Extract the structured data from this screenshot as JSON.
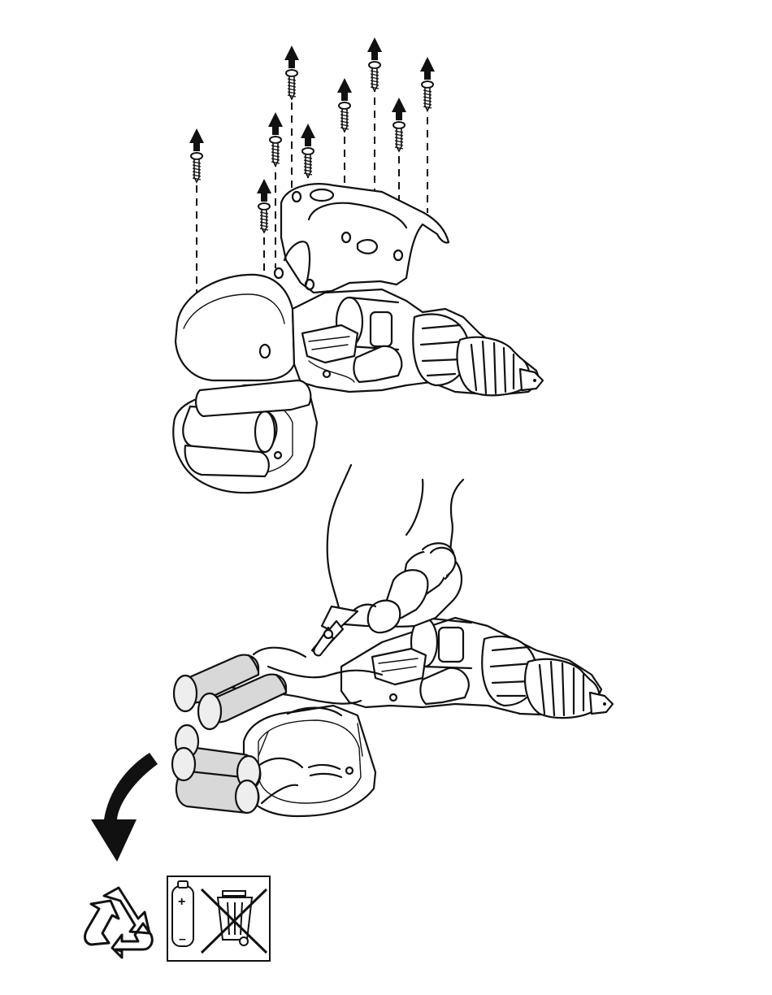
{
  "figure": {
    "steps": [
      {
        "id": "remove-housing-screws",
        "screw_count": 9
      },
      {
        "id": "cut-battery-wires-and-remove-cells",
        "cell_count": 4
      }
    ],
    "symbols": {
      "battery_plus": "+",
      "battery_minus": "–",
      "icons": [
        "recycle-icon",
        "battery-icon",
        "crossed-out-wheelie-bin-icon"
      ]
    }
  }
}
